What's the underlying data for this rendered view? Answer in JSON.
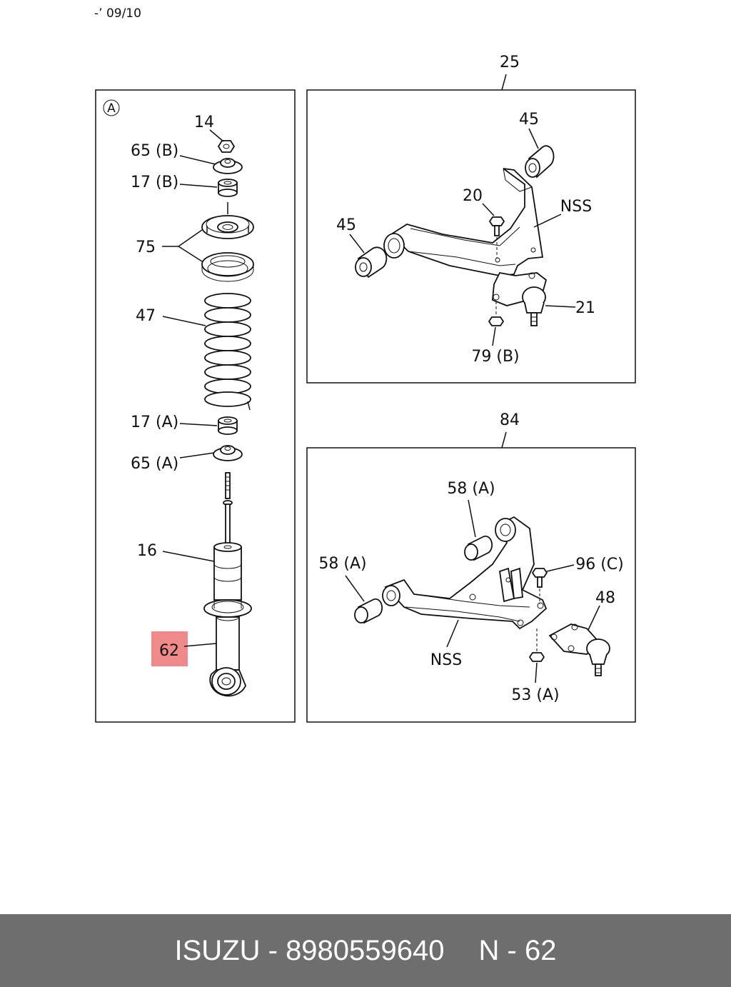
{
  "header": {
    "date_code": "-’ 09/10"
  },
  "panel_a": {
    "marker": "A",
    "callouts": {
      "p14": "14",
      "p65b": "65 (B)",
      "p17b": "17 (B)",
      "p75": "75",
      "p47": "47",
      "p17a": "17 (A)",
      "p65a": "65 (A)",
      "p16": "16",
      "p62": "62"
    },
    "highlight_color": "#f08a8a"
  },
  "panel_upper": {
    "title": "25",
    "callouts": {
      "p45a": "45",
      "p45b": "45",
      "p20": "20",
      "nss": "NSS",
      "p21": "21",
      "p79b": "79 (B)"
    }
  },
  "panel_lower": {
    "title": "84",
    "callouts": {
      "p58a1": "58 (A)",
      "p58a2": "58 (A)",
      "p96c": "96 (C)",
      "p48": "48",
      "nss": "NSS",
      "p53a": "53 (A)"
    }
  },
  "footer": {
    "brand_part": "ISUZU - 8980559640",
    "page_ref": "N - 62"
  }
}
